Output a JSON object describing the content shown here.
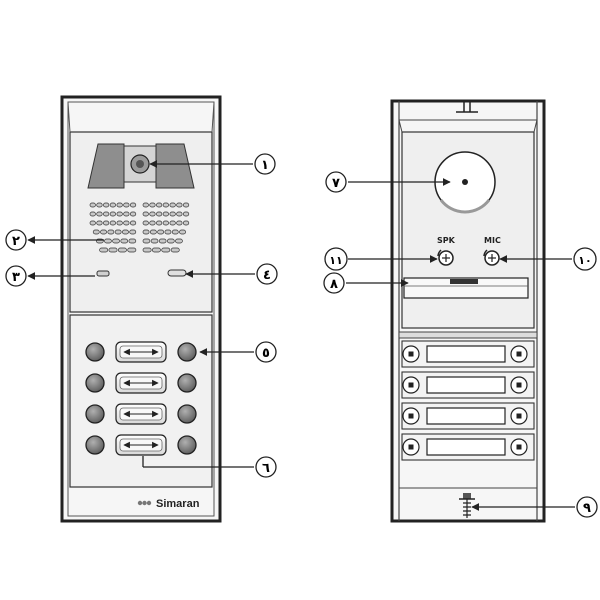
{
  "front_panel": {
    "brand": "Simaran",
    "buttons_rows": 4
  },
  "back_panel": {
    "spk_label": "SPK",
    "mic_label": "MIC",
    "name_slots": 4
  },
  "callouts": [
    {
      "id": "c1",
      "label": "١"
    },
    {
      "id": "c2",
      "label": "٢"
    },
    {
      "id": "c3",
      "label": "٣"
    },
    {
      "id": "c4",
      "label": "٤"
    },
    {
      "id": "c5",
      "label": "٥"
    },
    {
      "id": "c6",
      "label": "٦"
    },
    {
      "id": "c7",
      "label": "٧"
    },
    {
      "id": "c8",
      "label": "٨"
    },
    {
      "id": "c9",
      "label": "٩"
    },
    {
      "id": "c10",
      "label": "١٠"
    },
    {
      "id": "c11",
      "label": "١١"
    }
  ],
  "colors": {
    "line": "#222222",
    "panel_fill": "#f4f4f4",
    "inner_fill": "#ececec",
    "button_fill": "#8a8a8a",
    "camera_fill": "#8f8f8f"
  }
}
